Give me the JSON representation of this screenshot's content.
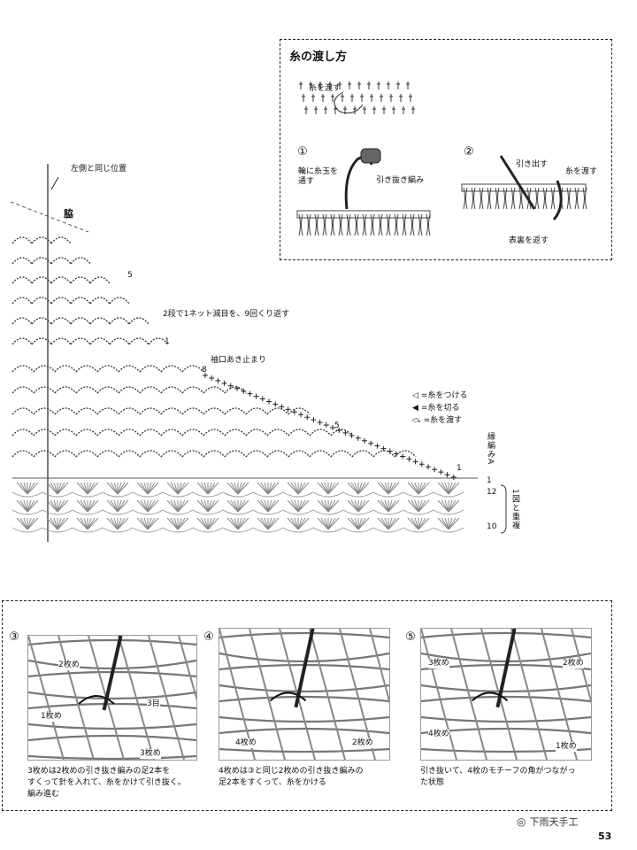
{
  "box_top": {
    "title": "糸の渡し方",
    "sample_label": "糸を渡す",
    "steps": [
      {
        "num": "①",
        "label_a": "輪に糸玉を\n通す",
        "label_b": "引き抜き編み"
      },
      {
        "num": "②",
        "label_a": "引き出す",
        "label_b": "糸を渡す",
        "label_c": "表裏を返す"
      }
    ]
  },
  "chart": {
    "top_label": "左側と同じ位置",
    "center_label": "脇",
    "rows_note": "2段で1ネット減目を、9回くり返す",
    "sleeve_label": "袖口あき止まり",
    "row_marks": [
      "5",
      "1",
      "8",
      "5",
      "1",
      "1",
      "12",
      "10"
    ],
    "border_label": "縁編みA",
    "repeat_label": "1図と重複"
  },
  "legend": {
    "items": [
      "=糸をつける",
      "=糸を切る",
      "=糸を渡す"
    ]
  },
  "bottom": {
    "steps": [
      {
        "num": "③",
        "labels": [
          "2枚め",
          "1枚め",
          "3目",
          "3枚め"
        ],
        "caption": "3枚めは2枚めの引き抜き編みの足2本を\nすくって針を入れて、糸をかけて引き抜く。\n編み進む"
      },
      {
        "num": "④",
        "labels": [
          "4枚め",
          "2枚め"
        ],
        "caption": "4枚めは③と同じ2枚めの引き抜き編みの\n足2本をすくって、糸をかける"
      },
      {
        "num": "⑤",
        "labels": [
          "3枚め",
          "2枚め",
          "4枚め",
          "1枚め"
        ],
        "caption": "引き抜いて、4枚のモチーフの角がつながっ\nた状態"
      }
    ]
  },
  "watermark": "下雨天手工",
  "page_number": "53"
}
